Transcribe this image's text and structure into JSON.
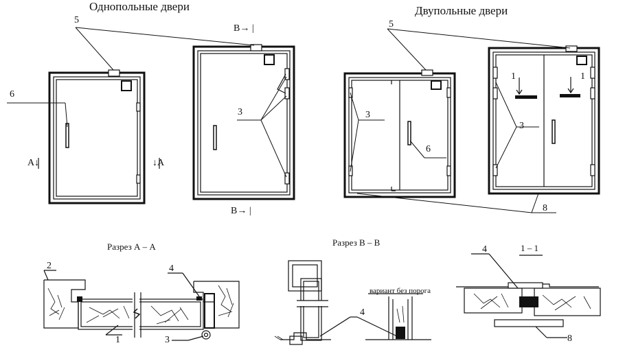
{
  "titles": {
    "single": "Однопольные двери",
    "double": "Двупольные двери"
  },
  "sections": {
    "aa": "Разрез А – А",
    "bb": "Разрез В – В",
    "one": "1 – 1",
    "variant": "вариант без порога"
  },
  "markers": {
    "b_top": "В→ |",
    "b_bottom": "В→ |",
    "a_left": "А↓",
    "a_right": "↓А"
  },
  "labels": {
    "n1": "1",
    "n2": "2",
    "n3": "3",
    "n4": "4",
    "n5": "5",
    "n6": "6",
    "n8": "8"
  }
}
